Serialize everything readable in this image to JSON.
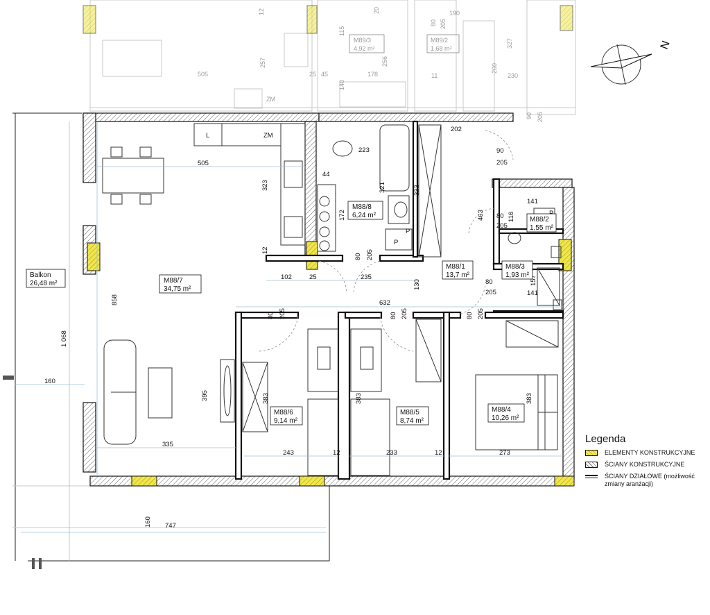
{
  "rooms": {
    "m88_7": {
      "code": "M88/7",
      "area": "34,75 m²"
    },
    "m88_8": {
      "code": "M88/8",
      "area": "6,24 m²"
    },
    "m88_1": {
      "code": "M88/1",
      "area": "13,7 m²"
    },
    "m88_2": {
      "code": "M88/2",
      "area": "1,55 m²"
    },
    "m88_3": {
      "code": "M88/3",
      "area": "1,93 m²"
    },
    "m88_6": {
      "code": "M88/6",
      "area": "9,14 m²"
    },
    "m88_5": {
      "code": "M88/5",
      "area": "8,74 m²"
    },
    "m88_4": {
      "code": "M88/4",
      "area": "10,26 m²"
    },
    "balkon": {
      "code": "Balkon",
      "area": "26,48 m²"
    }
  },
  "neighbors": {
    "m89_3": {
      "code": "M89/3",
      "area": "4,92 m²"
    },
    "m89_2": {
      "code": "M89/2",
      "area": "1,68 m²"
    }
  },
  "fixtures": {
    "fridge": "L",
    "cooktop": "ZM",
    "neighbor_cooktop": "ZM",
    "shower_p1": "P",
    "shower_p2": "P",
    "wc_p": "P"
  },
  "dimensions": {
    "d505": "505",
    "d44": "44",
    "d323": "323",
    "d12a": "12",
    "d172": "172",
    "d223": "223",
    "d321": "321",
    "d333": "333",
    "d202": "202",
    "d90a": "90",
    "d205a": "205",
    "d463": "463",
    "d141a": "141",
    "d80a": "80",
    "d116": "116",
    "d205b": "205",
    "d80b": "80",
    "d205c": "205",
    "d102": "102",
    "d25": "25",
    "d235": "235",
    "d130": "130",
    "d157": "157",
    "d80c": "80",
    "d205d": "205",
    "d141b": "141",
    "d858": "858",
    "d632": "632",
    "d80d": "80",
    "d205e": "205",
    "d80e": "80",
    "d205f": "205",
    "d80f": "80",
    "d205g": "205",
    "d1068": "1 068",
    "d160a": "160",
    "d395": "395",
    "d383a": "383",
    "d383b": "383",
    "d383c": "383",
    "d335": "335",
    "d243": "243",
    "d12b": "12",
    "d233": "233",
    "d12c": "12",
    "d273": "273",
    "d160b": "160",
    "d747": "747",
    "g505": "505",
    "g257": "257",
    "g45": "45",
    "g25": "25",
    "g140": "140",
    "g178": "178",
    "g256": "256",
    "g80": "80",
    "g205": "205",
    "g190": "190",
    "g327": "327",
    "g200": "200",
    "g230": "230",
    "g90": "90",
    "g205b": "205",
    "g12": "12",
    "g20": "20",
    "g115": "115",
    "g11": "11"
  },
  "compass": {
    "label": "N"
  },
  "legend": {
    "title": "Legenda",
    "items": [
      "ELEMENTY KONSTRUKCYJNE",
      "ŚCIANY KONSTRUKCYJNE",
      "ŚCIANY DZIAŁOWE (możliwość zmiany aranżacji)"
    ]
  },
  "colors": {
    "structural": "#e8df3a",
    "dimension_line": "#9bc3d8",
    "wall": "#111111"
  }
}
